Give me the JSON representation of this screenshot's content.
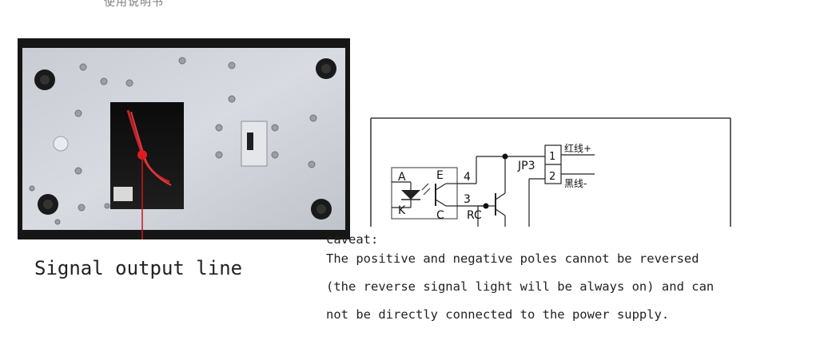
{
  "top_caption": "使用说明书",
  "photo": {
    "label": "Signal output line"
  },
  "diagram": {
    "labels": {
      "a": "A",
      "k": "K",
      "e": "E",
      "c": "C",
      "pin4": "4",
      "pin3": "3",
      "rc": "RC",
      "jp3": "JP3",
      "pin1": "1",
      "pin2": "2",
      "red": "红线+",
      "black": "黑线-"
    }
  },
  "note": {
    "title": "caveat:",
    "line1": "The positive and negative poles cannot be reversed",
    "line2": "(the reverse signal light will be always on) and can",
    "line3": "not be directly connected to the power supply."
  }
}
